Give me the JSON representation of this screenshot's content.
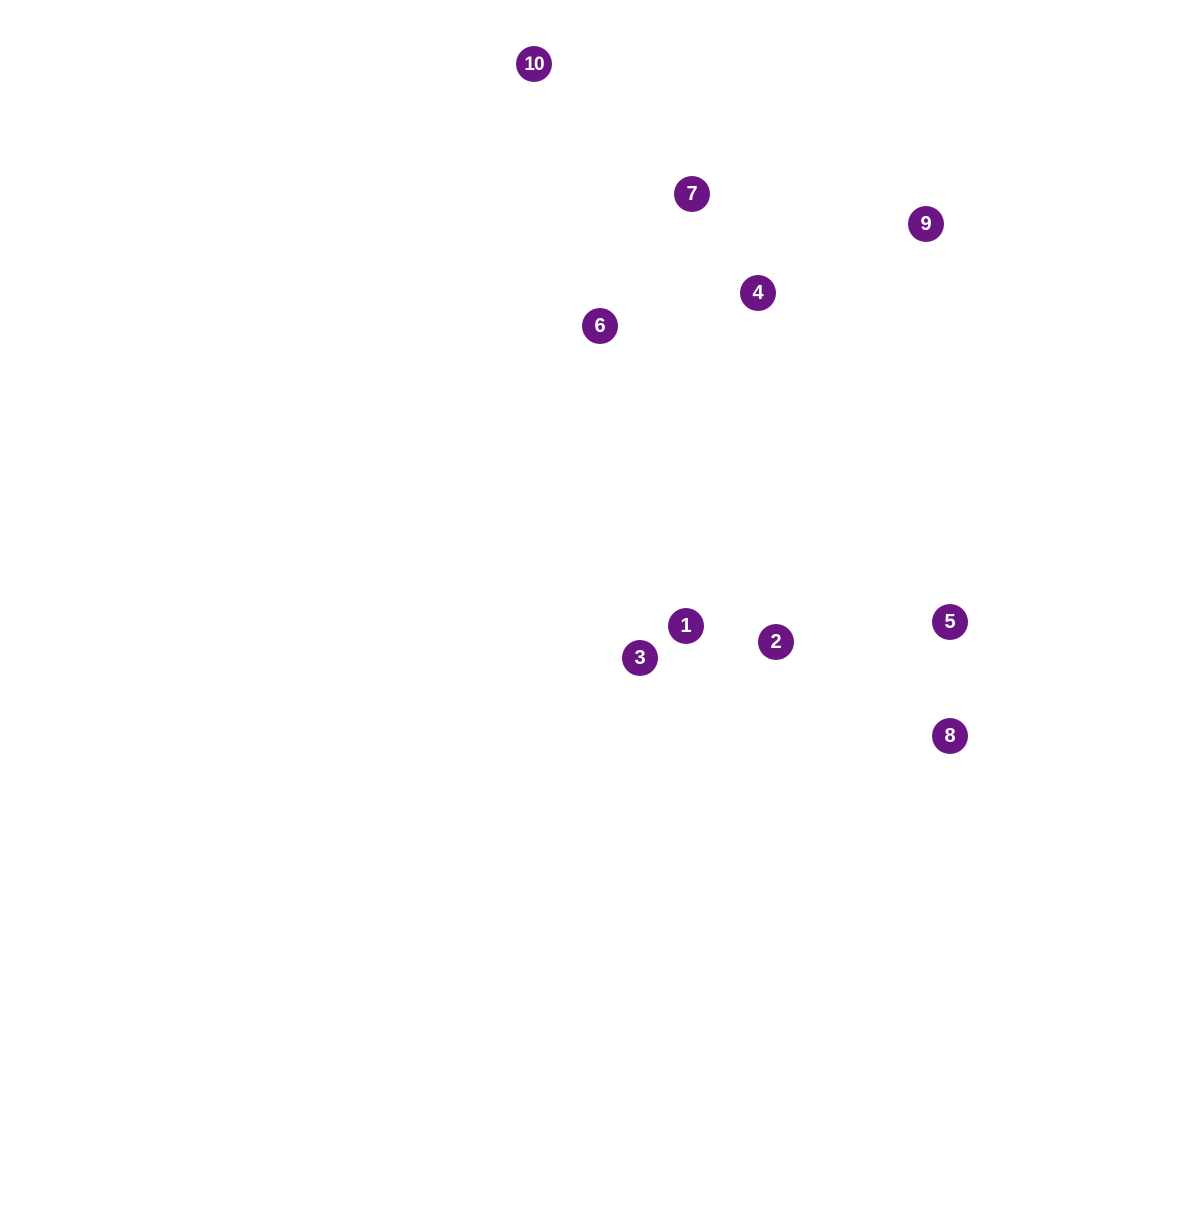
{
  "colors": {
    "background": "#ffffff",
    "marker_fill": "#6b1585",
    "marker_text": "#ffffff"
  },
  "markers": [
    {
      "label": "1"
    },
    {
      "label": "2"
    },
    {
      "label": "3"
    },
    {
      "label": "4"
    },
    {
      "label": "5"
    },
    {
      "label": "6"
    },
    {
      "label": "7"
    },
    {
      "label": "8"
    },
    {
      "label": "9"
    },
    {
      "label": "10"
    }
  ]
}
